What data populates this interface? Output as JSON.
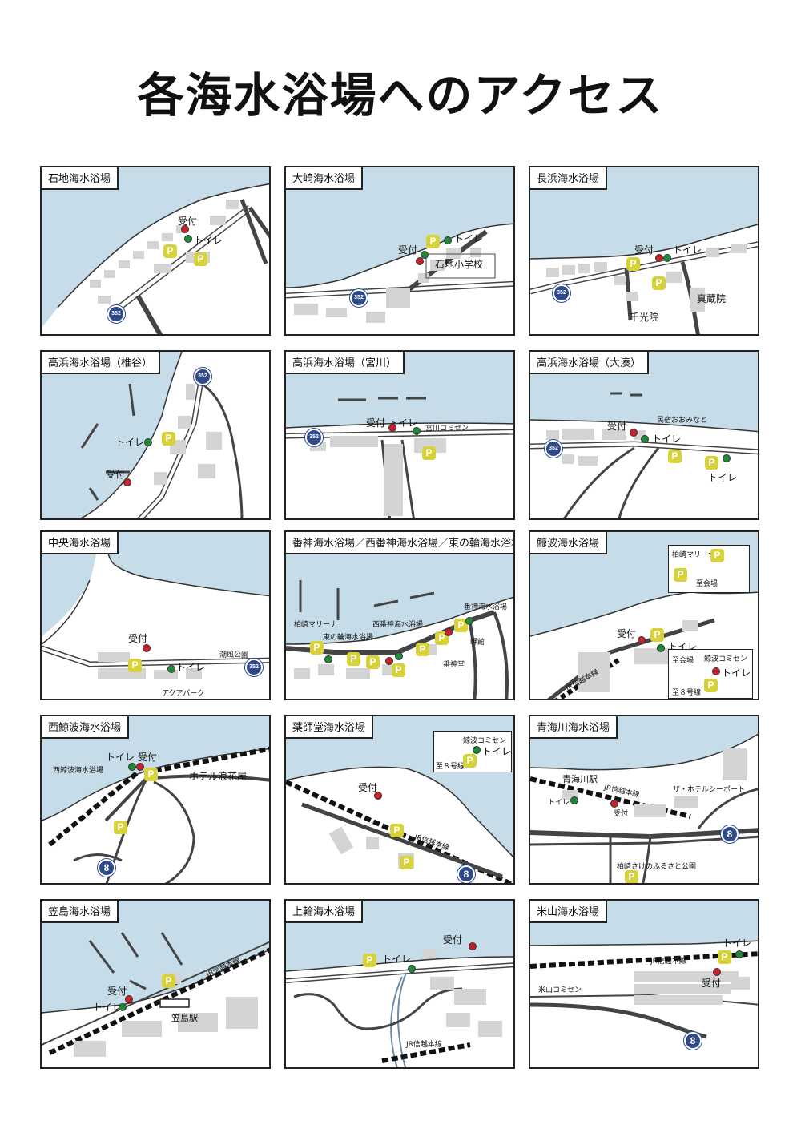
{
  "title": "各海水浴場へのアクセス",
  "colors": {
    "sea": "#c6dce8",
    "block": "#d4d4d4",
    "reception": "#c8202a",
    "toilet": "#1f8a3a",
    "parking": "#d8d23a",
    "route": "#2e4a8a"
  },
  "legend": {
    "reception": "受付",
    "toilet": "トイレ",
    "parking": "P"
  },
  "routes": {
    "r352": "352",
    "r8": "8"
  },
  "beaches": [
    {
      "name": "石地海水浴場",
      "labels": []
    },
    {
      "name": "大崎海水浴場",
      "labels": [
        "石地小学校"
      ]
    },
    {
      "name": "長浜海水浴場",
      "labels": [
        "真蔵院",
        "千光院"
      ]
    },
    {
      "name": "高浜海水浴場（椎谷）",
      "labels": []
    },
    {
      "name": "高浜海水浴場（宮川）",
      "labels": [
        "宮川コミセン"
      ]
    },
    {
      "name": "高浜海水浴場（大湊）",
      "labels": [
        "民宿おおみなと"
      ]
    },
    {
      "name": "中央海水浴場",
      "labels": [
        "潮風公園",
        "アクアパーク"
      ]
    },
    {
      "name": "番神海水浴場／西番神海水浴場／東の輪海水浴場",
      "labels": [
        "柏崎マリーナ",
        "番神海水浴場",
        "西番神海水浴場",
        "東の輪海水浴場",
        "岬館",
        "番神堂"
      ]
    },
    {
      "name": "鯨波海水浴場",
      "labels": [
        "柏崎マリーナ",
        "至会場",
        "鯨波コミセン",
        "至会場",
        "至８号線",
        "JR信越本線"
      ]
    },
    {
      "name": "西鯨波海水浴場",
      "labels": [
        "西鯨波海水浴場",
        "ホテル浪花屋"
      ]
    },
    {
      "name": "薬師堂海水浴場",
      "labels": [
        "鯨波コミセン",
        "至８号線",
        "JR信越本線"
      ]
    },
    {
      "name": "青海川海水浴場",
      "labels": [
        "青海川駅",
        "JR信越本線",
        "ザ・ホテルシーポート",
        "柏崎さけのふるさと公園"
      ]
    },
    {
      "name": "笠島海水浴場",
      "labels": [
        "JR信越本線",
        "笠島駅"
      ]
    },
    {
      "name": "上輪海水浴場",
      "labels": [
        "JR信越本線"
      ]
    },
    {
      "name": "米山海水浴場",
      "labels": [
        "JR信越本線",
        "米山コミセン"
      ]
    }
  ]
}
